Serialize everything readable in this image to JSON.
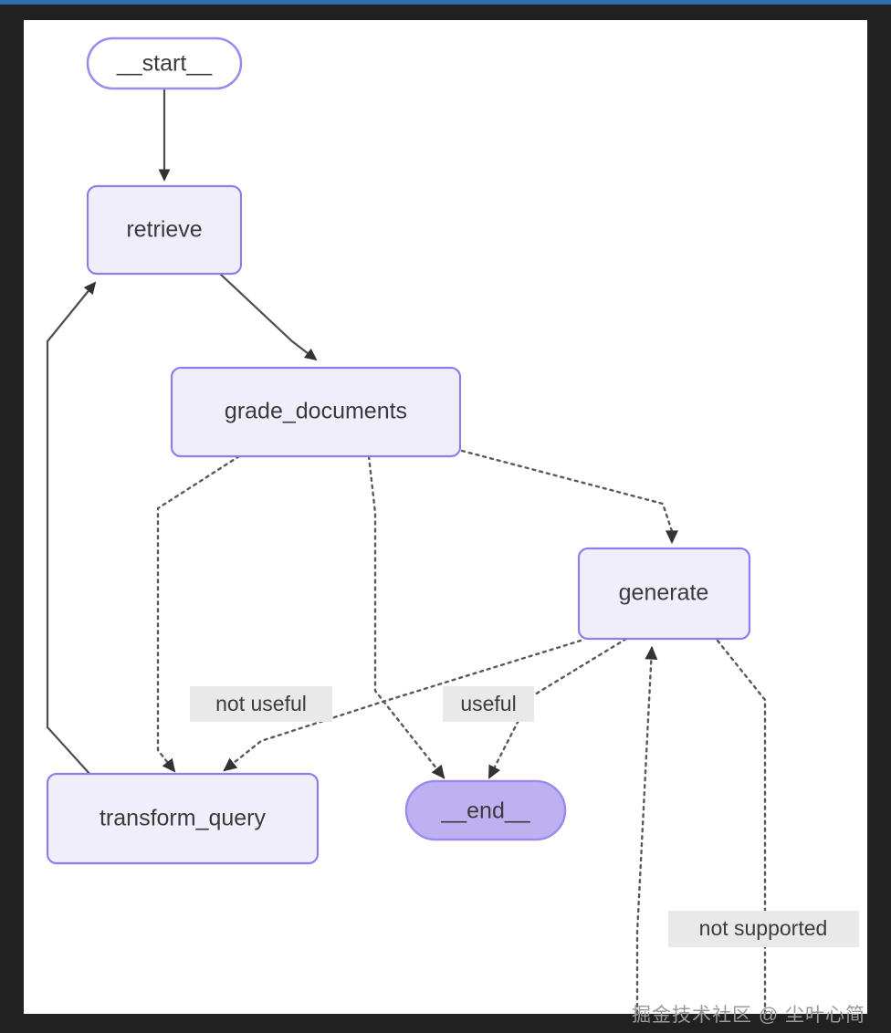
{
  "frame": {
    "background_color": "#212121",
    "accent_strip_color": "#2f6db0",
    "canvas_color": "#ffffff"
  },
  "theme": {
    "node_fill": "#f1eefc",
    "node_stroke": "#8f7ee8",
    "terminal_end_fill": "#bfb0f2",
    "terminal_start_fill": "#ffffff",
    "edge_color": "#4d4d4d",
    "label_text_color": "#3a3a3a",
    "edge_label_bg": "#e9e9e9"
  },
  "graph": {
    "type": "state-machine-flowchart",
    "nodes": [
      {
        "id": "start",
        "label": "__start__",
        "shape": "stadium",
        "kind": "terminal-start"
      },
      {
        "id": "retrieve",
        "label": "retrieve",
        "shape": "rounded-rect",
        "kind": "process"
      },
      {
        "id": "grade_documents",
        "label": "grade_documents",
        "shape": "rounded-rect",
        "kind": "process"
      },
      {
        "id": "generate",
        "label": "generate",
        "shape": "rounded-rect",
        "kind": "process"
      },
      {
        "id": "transform_query",
        "label": "transform_query",
        "shape": "rounded-rect",
        "kind": "process"
      },
      {
        "id": "end",
        "label": "__end__",
        "shape": "stadium",
        "kind": "terminal-end"
      }
    ],
    "edges": [
      {
        "from": "start",
        "to": "retrieve",
        "style": "solid",
        "label": ""
      },
      {
        "from": "retrieve",
        "to": "grade_documents",
        "style": "solid",
        "label": ""
      },
      {
        "from": "transform_query",
        "to": "retrieve",
        "style": "solid",
        "label": ""
      },
      {
        "from": "grade_documents",
        "to": "transform_query",
        "style": "dashed",
        "label": ""
      },
      {
        "from": "grade_documents",
        "to": "end",
        "style": "dashed",
        "label": ""
      },
      {
        "from": "grade_documents",
        "to": "generate",
        "style": "dashed",
        "label": ""
      },
      {
        "from": "generate",
        "to": "transform_query",
        "style": "dashed",
        "label": "not useful"
      },
      {
        "from": "generate",
        "to": "end",
        "style": "dashed",
        "label": "useful"
      },
      {
        "from": "generate",
        "to": "generate",
        "style": "dashed",
        "label": "not supported"
      }
    ],
    "edge_labels": [
      {
        "id": "not-useful",
        "text": "not useful"
      },
      {
        "id": "useful",
        "text": "useful"
      },
      {
        "id": "not-supported",
        "text": "not supported"
      }
    ]
  },
  "watermark": {
    "text": "掘金技术社区 @ 尘叶心简"
  }
}
